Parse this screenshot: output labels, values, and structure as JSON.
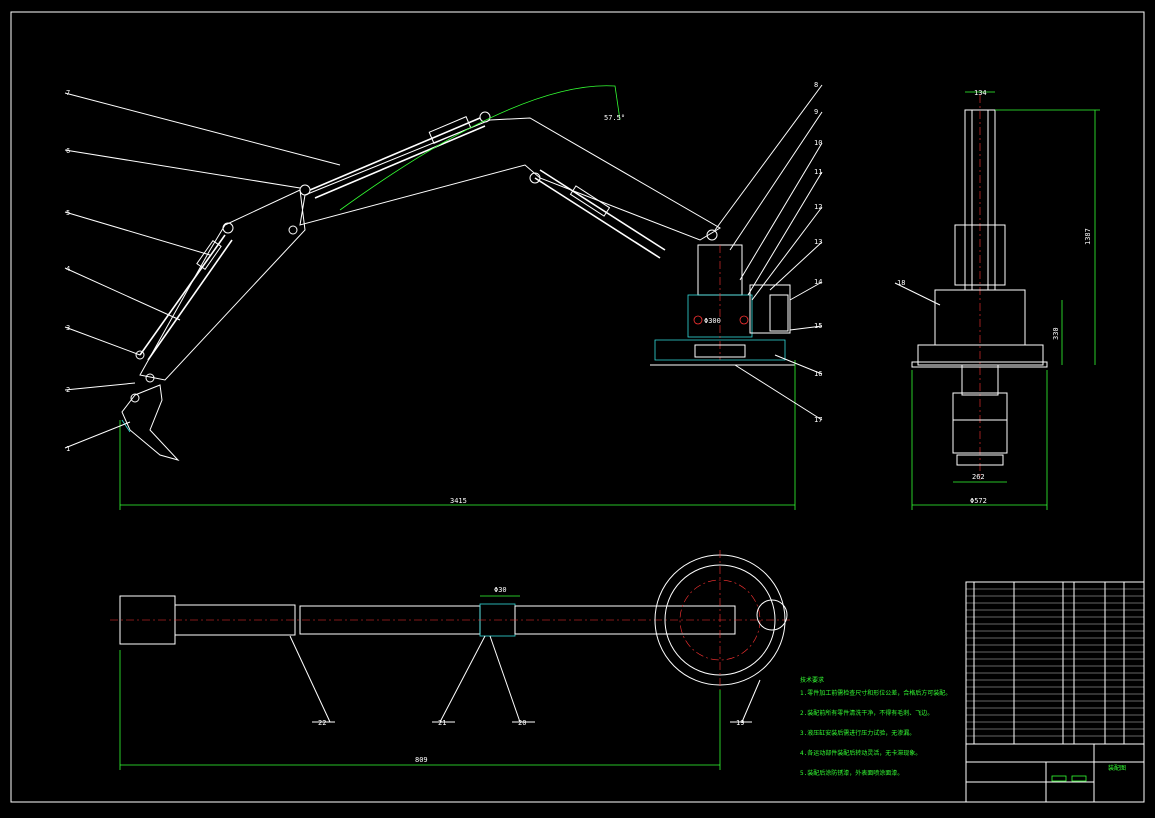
{
  "drawing": {
    "part_labels": [
      "1",
      "2",
      "3",
      "4",
      "5",
      "6",
      "7",
      "8",
      "9",
      "10",
      "11",
      "12",
      "13",
      "14",
      "15",
      "16",
      "17",
      "18",
      "19",
      "20",
      "21",
      "22"
    ],
    "dimensions": {
      "total_length_side": "3415",
      "boom_angle": "57.5°",
      "base_diameter": "Φ300",
      "height_front": "1387",
      "base_height_front": "330",
      "top_width_front": "134",
      "bucket_width_front": "262",
      "base_width_front": "Φ572",
      "top_view_length": "809",
      "top_view_bore": "Φ30"
    },
    "tech_requirements": {
      "title": "技术要求",
      "lines": [
        "1.零件加工前需检查尺寸和形位公差，合格后方可装配。",
        "2.装配前所有零件清洗干净，不得有毛刺、飞边。",
        "3.液压缸安装后需进行压力试验，无渗漏。",
        "4.各运动部件装配后转动灵活，无卡滞现象。",
        "5.装配后涂防锈漆，外表面喷涂面漆。"
      ]
    },
    "title_block": {
      "drawing_name": "装配图"
    }
  },
  "colors": {
    "background": "#000000",
    "line": "#ffffff",
    "dimension": "#33ff33",
    "hatch": "#33dddd",
    "centerline": "#ff3333"
  }
}
